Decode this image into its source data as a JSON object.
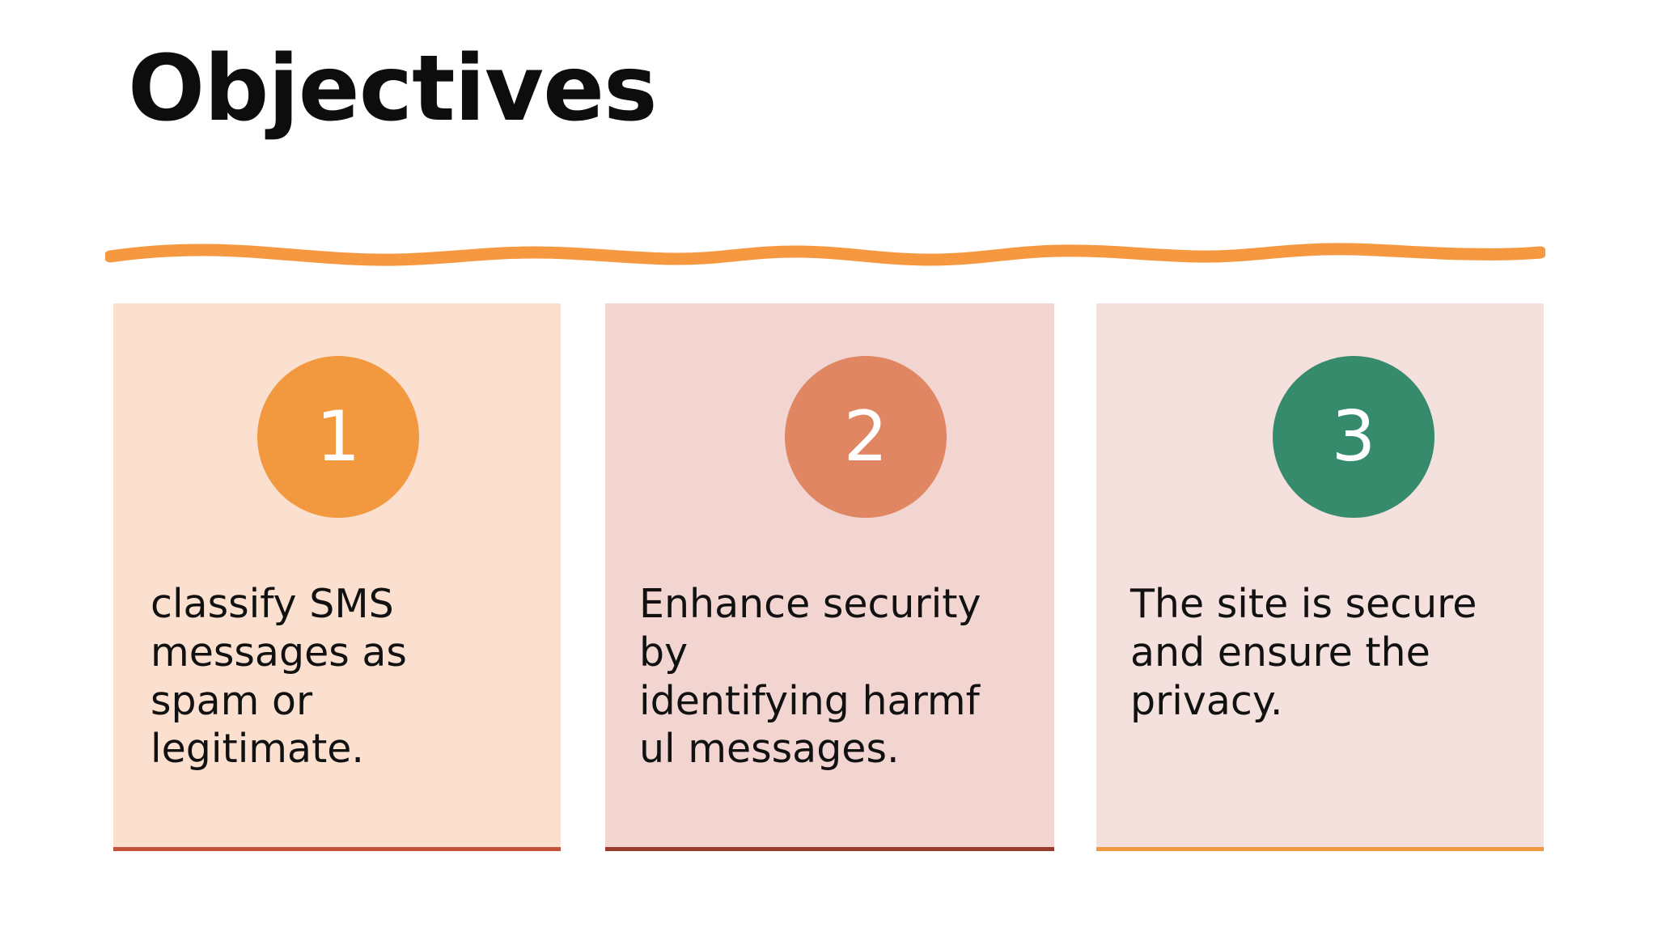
{
  "slide": {
    "title": "Objectives",
    "background_color": "#FFFFFF",
    "divider_color": "#F2983F"
  },
  "cards": [
    {
      "number": "1",
      "body": "classify SMS\nmessages as\nspam or\nlegitimate.",
      "background_color": "#FBE0D0",
      "badge_color": "#F2983F",
      "accent_color": "#C4533C"
    },
    {
      "number": "2",
      "body": "Enhance security\nby\nidentifying harmf\nul messages.",
      "background_color": "#F2D5D1",
      "badge_color": "#E08662",
      "accent_color": "#9B3B2E"
    },
    {
      "number": "3",
      "body": "The site is secure\nand ensure the\nprivacy.",
      "background_color": "#F4E0DC",
      "badge_color": "#368B6C",
      "accent_color": "#F2983F"
    }
  ]
}
